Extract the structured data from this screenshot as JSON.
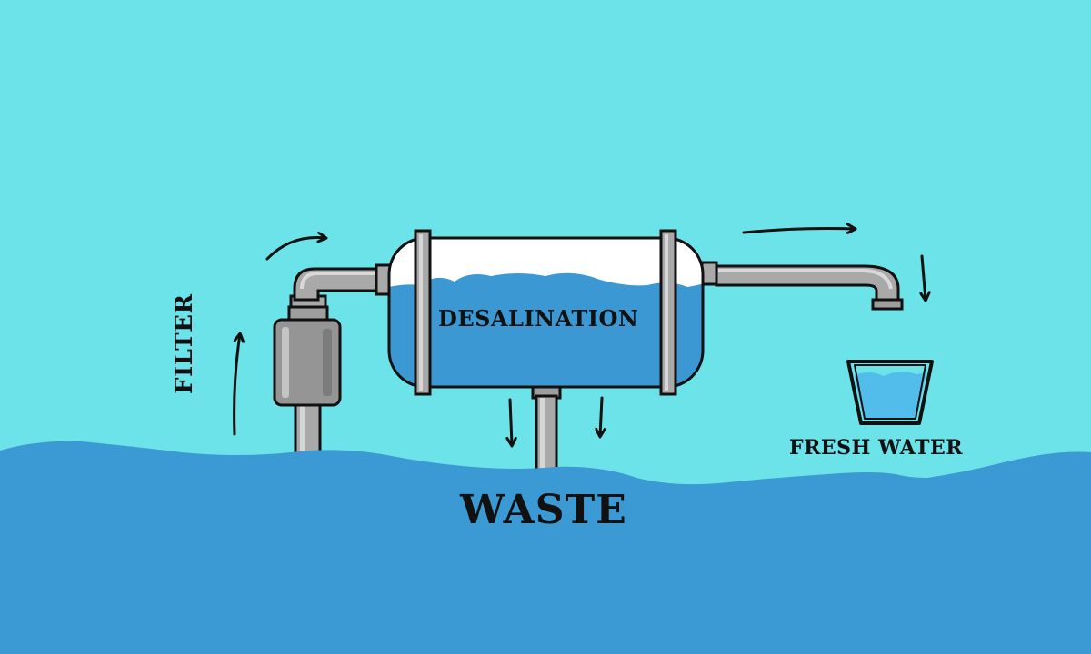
{
  "labels": {
    "filter": "FILTER",
    "desalination": "DESALINATION",
    "fresh_water": "FRESH WATER",
    "waste": "WASTE"
  },
  "colors": {
    "sky": "#6be3e9",
    "sea": "#3b9ad4",
    "tank_water": "#3b98d3",
    "pipe": "#a9a9a9",
    "outline": "#111111",
    "glass_water": "#52bdea"
  }
}
